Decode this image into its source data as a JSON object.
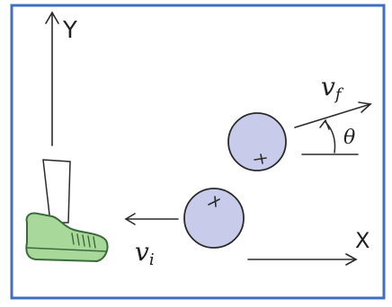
{
  "labels": {
    "y_axis": "Y",
    "x_axis": "X",
    "v_final": "v",
    "v_final_sub": "f",
    "v_initial": "v",
    "v_initial_sub": "i",
    "angle": "θ"
  },
  "colors": {
    "frame": "#3f6fc0",
    "ball_fill": "#c9cbea",
    "ball_stroke": "#2b2b2b",
    "shoe_fill": "#a9d99a",
    "shoe_stroke": "#3b6a3b",
    "ink": "#2b2b2b"
  }
}
